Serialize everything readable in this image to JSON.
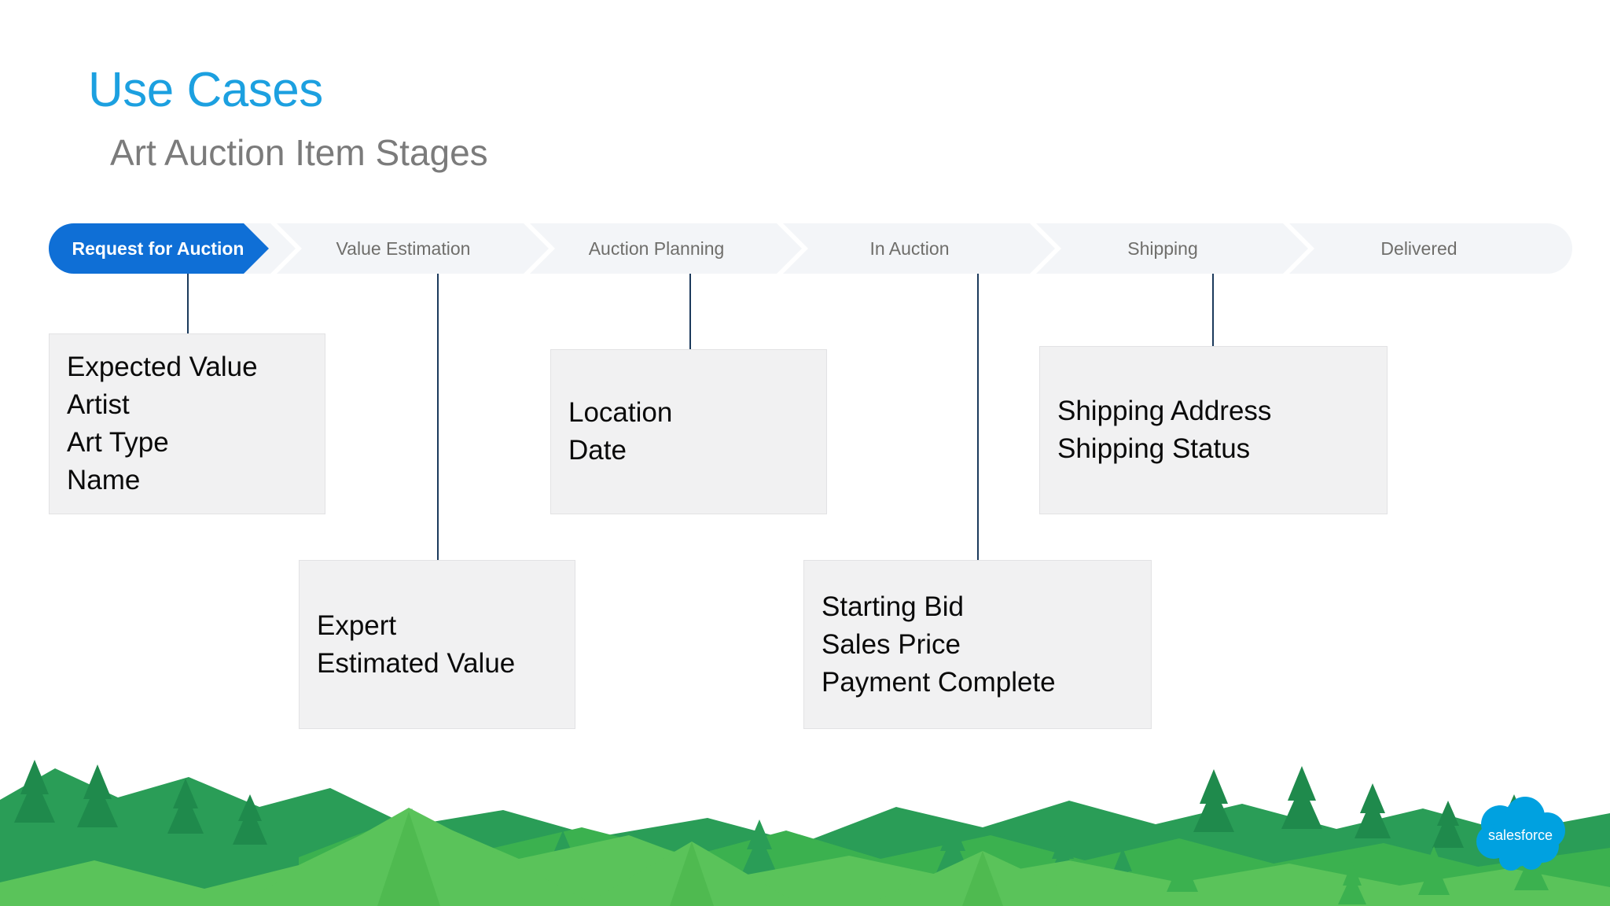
{
  "heading": {
    "title": "Use Cases",
    "subtitle": "Art Auction Item Stages",
    "title_color": "#1ca0e0",
    "subtitle_color": "#7b7b7b"
  },
  "path": {
    "active_index": 0,
    "active_color": "#0f6fd6",
    "inactive_color": "#f3f5f8",
    "inactive_text_color": "#6f6e6b",
    "active_text_color": "#ffffff",
    "stages": [
      {
        "label": "Request for Auction",
        "state": "active"
      },
      {
        "label": "Value Estimation",
        "state": "upcoming"
      },
      {
        "label": "Auction Planning",
        "state": "upcoming"
      },
      {
        "label": "In Auction",
        "state": "upcoming"
      },
      {
        "label": "Shipping",
        "state": "upcoming"
      },
      {
        "label": "Delivered",
        "state": "upcoming"
      }
    ]
  },
  "detail_boxes": [
    {
      "stage": "Request for Auction",
      "lines": [
        "Expected Value",
        "Artist",
        "Art Type",
        "Name"
      ]
    },
    {
      "stage": "Value Estimation",
      "lines": [
        "Expert",
        "Estimated Value"
      ]
    },
    {
      "stage": "Auction Planning",
      "lines": [
        "Location",
        "Date"
      ]
    },
    {
      "stage": "In Auction",
      "lines": [
        "Starting Bid",
        "Sales Price",
        "Payment Complete"
      ]
    },
    {
      "stage": "Shipping",
      "lines": [
        "Shipping Address",
        "Shipping Status"
      ]
    }
  ],
  "branding": {
    "logo_name": "salesforce-cloud-logo",
    "logo_text": "salesforce",
    "logo_color": "#00a1e0"
  },
  "decoration": {
    "footer_name": "mountain-landscape-illustration",
    "mountain_back_color": "#2a9d57",
    "mountain_mid_color": "#3bb14f",
    "mountain_front_color": "#5ac35a",
    "tree_color": "#1f8a4c"
  }
}
